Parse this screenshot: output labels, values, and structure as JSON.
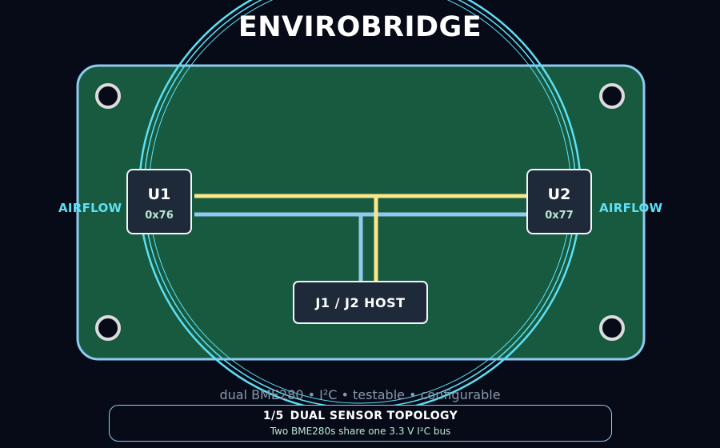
{
  "title": "ENVIROBRIDGE",
  "subtitle": "dual BME280  •  I²C  •  testable  •  configurable",
  "board": {
    "chips": [
      {
        "ref": "U1",
        "address": "0x76"
      },
      {
        "ref": "U2",
        "address": "0x77"
      }
    ],
    "airflow_label": "AIRFLOW",
    "host_label": "J1 / J2 HOST"
  },
  "panel": {
    "step": "1/5",
    "heading": "DUAL SENSOR TOPOLOGY",
    "description": "Two BME280s share one 3.3 V I²C bus"
  },
  "colors": {
    "background": "#070b18",
    "board_fill": "#185a40",
    "board_outline": "#8ecbf0",
    "ring": "#5de0f5",
    "trace_sda": "#fae78a",
    "trace_scl": "#8ecbf0",
    "chip_fill": "#1e2a3a"
  }
}
